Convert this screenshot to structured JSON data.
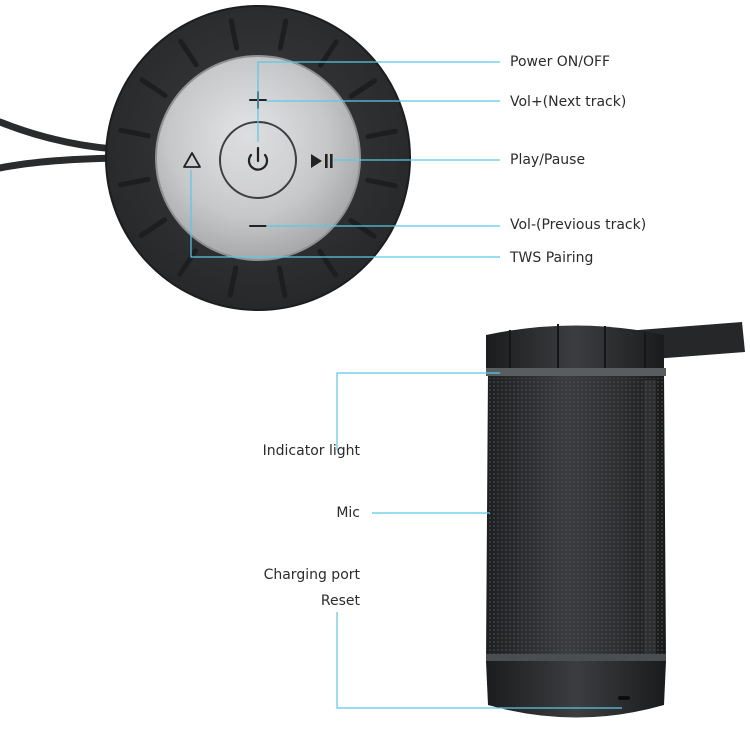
{
  "top_view": {
    "callouts": [
      {
        "id": "power",
        "label": "Power ON/OFF"
      },
      {
        "id": "volup",
        "label": "Vol+(Next track)"
      },
      {
        "id": "play",
        "label": "Play/Pause"
      },
      {
        "id": "voldown",
        "label": "Vol-(Previous track)"
      },
      {
        "id": "tws",
        "label": "TWS Pairing"
      }
    ]
  },
  "side_view": {
    "callouts": [
      {
        "id": "indicator",
        "label": "Indicator light"
      },
      {
        "id": "mic",
        "label": "Mic"
      },
      {
        "id": "charging",
        "label": "Charging port"
      },
      {
        "id": "reset",
        "label": "Reset"
      }
    ]
  },
  "colors": {
    "leader_line": "#5bc8e6",
    "rubber_ring": "#2f3133",
    "button_face": "#c9cacb",
    "speaker_body": "#2a2c2e"
  },
  "icons": [
    "plus-icon",
    "power-icon",
    "play-pause-icon",
    "minus-icon",
    "triangle-icon"
  ]
}
